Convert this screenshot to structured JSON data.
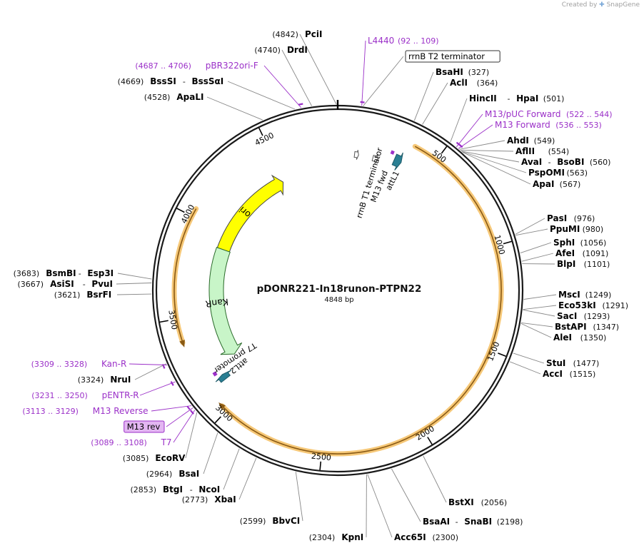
{
  "watermark": {
    "created_by": "Created by",
    "app": "SnapGene"
  },
  "plasmid": {
    "name": "pDONR221-In18runon-PTPN22",
    "size": "4848 bp",
    "length": 4848
  },
  "colors": {
    "backbone": "#1a1a1a",
    "primer": "#9b30c8",
    "ori": "#ffff00",
    "kanr": "#c8f5c8",
    "att": "#2a7f93",
    "insert_glow": "#f6c878",
    "insert_core": "#8a5a14",
    "leader": "#888888"
  },
  "ticks": [
    {
      "pos": 500,
      "label": "500"
    },
    {
      "pos": 1000,
      "label": "1000"
    },
    {
      "pos": 1500,
      "label": "1500"
    },
    {
      "pos": 2000,
      "label": "2000"
    },
    {
      "pos": 2500,
      "label": "2500"
    },
    {
      "pos": 3000,
      "label": "3000"
    },
    {
      "pos": 3500,
      "label": "3500"
    },
    {
      "pos": 4000,
      "label": "4000"
    },
    {
      "pos": 4500,
      "label": "4500"
    }
  ],
  "features": [
    {
      "name": "ori",
      "start": 3900,
      "end": 4488,
      "type": "ori",
      "label": "ori"
    },
    {
      "name": "KanR",
      "start": 3210,
      "end": 3900,
      "type": "kanr",
      "label": "KanR"
    },
    {
      "name": "attL1",
      "start": 315,
      "end": 355,
      "type": "att",
      "label": "attL1"
    },
    {
      "name": "attL2",
      "start": 3120,
      "end": 3150,
      "type": "att",
      "label": "attL2"
    },
    {
      "name": "rrnB T1 terminator",
      "start": 200,
      "end": 230,
      "type": "terminator",
      "label": "rrnB T1 terminator"
    },
    {
      "name": "rrnB T2 terminator",
      "start": 95,
      "end": 118,
      "type": "terminator",
      "label": "rrnB T2 terminator"
    },
    {
      "name": "M13 fwd",
      "start": 283,
      "end": 300,
      "type": "primer",
      "label": "M13 fwd"
    },
    {
      "name": "T7 promoter",
      "start": 3165,
      "end": 3185,
      "type": "primer",
      "label": "T7 promoter"
    }
  ],
  "insert": {
    "start": 380,
    "end": 3030
  },
  "kan_arc": {
    "start": 3385,
    "end": 4040
  },
  "primer_marks": [
    {
      "name": "L4440",
      "start": 92,
      "end": 109
    },
    {
      "name": "M13/pUC Forward",
      "start": 522,
      "end": 544
    },
    {
      "name": "M13 Forward",
      "start": 536,
      "end": 553
    },
    {
      "name": "pBR322ori-F",
      "start": 4687,
      "end": 4706
    },
    {
      "name": "Kan-R",
      "start": 3309,
      "end": 3328
    },
    {
      "name": "pENTR-R",
      "start": 3231,
      "end": 3250
    },
    {
      "name": "M13 Reverse",
      "start": 3113,
      "end": 3129
    },
    {
      "name": "T7",
      "start": 3089,
      "end": 3108
    }
  ],
  "labels": [
    {
      "pos": 4842,
      "segments": [
        {
          "t": "(4842)",
          "s": "num"
        },
        {
          "t": "PciI",
          "s": "enz"
        }
      ]
    },
    {
      "pos": 4740,
      "segments": [
        {
          "t": "(4740)",
          "s": "num"
        },
        {
          "t": "DrdI",
          "s": "enz"
        }
      ]
    },
    {
      "pos": 4696,
      "segments": [
        {
          "t": "(4687 .. 4706)",
          "s": "pnum"
        },
        {
          "t": "pBR322ori-F",
          "s": "primer"
        }
      ]
    },
    {
      "pos": 4669,
      "segments": [
        {
          "t": "(4669)",
          "s": "num"
        },
        {
          "t": "BssSI",
          "s": "enz"
        },
        {
          "t": "-",
          "s": "num"
        },
        {
          "t": "BssSαI",
          "s": "enz"
        }
      ]
    },
    {
      "pos": 4528,
      "segments": [
        {
          "t": "(4528)",
          "s": "num"
        },
        {
          "t": "ApaLI",
          "s": "enz"
        }
      ]
    },
    {
      "pos": 100,
      "segments": [
        {
          "t": "L4440",
          "s": "primer"
        },
        {
          "t": "(92 .. 109)",
          "s": "pnum"
        }
      ]
    },
    {
      "pos": 106,
      "segments": [
        {
          "t": "rrnB T2 terminator",
          "s": "box"
        }
      ]
    },
    {
      "pos": 327,
      "segments": [
        {
          "t": "BsaHI",
          "s": "enz"
        },
        {
          "t": "(327)",
          "s": "num"
        }
      ]
    },
    {
      "pos": 364,
      "segments": [
        {
          "t": "AclI",
          "s": "enz"
        },
        {
          "t": "(364)",
          "s": "num"
        }
      ]
    },
    {
      "pos": 501,
      "segments": [
        {
          "t": "HincII",
          "s": "enz"
        },
        {
          "t": "-",
          "s": "num"
        },
        {
          "t": "HpaI",
          "s": "enz"
        },
        {
          "t": "(501)",
          "s": "num"
        }
      ]
    },
    {
      "pos": 533,
      "segments": [
        {
          "t": "M13/pUC Forward",
          "s": "primer"
        },
        {
          "t": "(522 .. 544)",
          "s": "pnum"
        }
      ]
    },
    {
      "pos": 544,
      "segments": [
        {
          "t": "M13 Forward",
          "s": "primer"
        },
        {
          "t": "(536 .. 553)",
          "s": "pnum"
        }
      ]
    },
    {
      "pos": 549,
      "segments": [
        {
          "t": "AhdI",
          "s": "enz"
        },
        {
          "t": "(549)",
          "s": "num"
        }
      ]
    },
    {
      "pos": 554,
      "segments": [
        {
          "t": "AflII",
          "s": "enz"
        },
        {
          "t": "(554)",
          "s": "num"
        }
      ]
    },
    {
      "pos": 560,
      "segments": [
        {
          "t": "AvaI",
          "s": "enz"
        },
        {
          "t": "-",
          "s": "num"
        },
        {
          "t": "BsoBI",
          "s": "enz"
        },
        {
          "t": "(560)",
          "s": "num"
        }
      ]
    },
    {
      "pos": 563,
      "segments": [
        {
          "t": "PspOMI",
          "s": "enz"
        },
        {
          "t": "(563)",
          "s": "num"
        }
      ]
    },
    {
      "pos": 567,
      "segments": [
        {
          "t": "ApaI",
          "s": "enz"
        },
        {
          "t": "(567)",
          "s": "num"
        }
      ]
    },
    {
      "pos": 976,
      "segments": [
        {
          "t": "PasI",
          "s": "enz"
        },
        {
          "t": "(976)",
          "s": "num"
        }
      ]
    },
    {
      "pos": 980,
      "segments": [
        {
          "t": "PpuMI",
          "s": "enz"
        },
        {
          "t": "(980)",
          "s": "num"
        }
      ]
    },
    {
      "pos": 1056,
      "segments": [
        {
          "t": "SphI",
          "s": "enz"
        },
        {
          "t": "(1056)",
          "s": "num"
        }
      ]
    },
    {
      "pos": 1091,
      "segments": [
        {
          "t": "AfeI",
          "s": "enz"
        },
        {
          "t": "(1091)",
          "s": "num"
        }
      ]
    },
    {
      "pos": 1101,
      "segments": [
        {
          "t": "BlpI",
          "s": "enz"
        },
        {
          "t": "(1101)",
          "s": "num"
        }
      ]
    },
    {
      "pos": 1249,
      "segments": [
        {
          "t": "MscI",
          "s": "enz"
        },
        {
          "t": "(1249)",
          "s": "num"
        }
      ]
    },
    {
      "pos": 1291,
      "segments": [
        {
          "t": "Eco53kI",
          "s": "enz"
        },
        {
          "t": "(1291)",
          "s": "num"
        }
      ]
    },
    {
      "pos": 1293,
      "segments": [
        {
          "t": "SacI",
          "s": "enz"
        },
        {
          "t": "(1293)",
          "s": "num"
        }
      ]
    },
    {
      "pos": 1347,
      "segments": [
        {
          "t": "BstAPI",
          "s": "enz"
        },
        {
          "t": "(1347)",
          "s": "num"
        }
      ]
    },
    {
      "pos": 1350,
      "segments": [
        {
          "t": "AleI",
          "s": "enz"
        },
        {
          "t": "(1350)",
          "s": "num"
        }
      ]
    },
    {
      "pos": 1477,
      "segments": [
        {
          "t": "StuI",
          "s": "enz"
        },
        {
          "t": "(1477)",
          "s": "num"
        }
      ]
    },
    {
      "pos": 1515,
      "segments": [
        {
          "t": "AccI",
          "s": "enz"
        },
        {
          "t": "(1515)",
          "s": "num"
        }
      ]
    },
    {
      "pos": 2056,
      "segments": [
        {
          "t": "BstXI",
          "s": "enz"
        },
        {
          "t": "(2056)",
          "s": "num"
        }
      ]
    },
    {
      "pos": 2198,
      "segments": [
        {
          "t": "BsaAI",
          "s": "enz"
        },
        {
          "t": "-",
          "s": "num"
        },
        {
          "t": "SnaBI",
          "s": "enz"
        },
        {
          "t": "(2198)",
          "s": "num"
        }
      ]
    },
    {
      "pos": 2300,
      "segments": [
        {
          "t": "Acc65I",
          "s": "enz"
        },
        {
          "t": "(2300)",
          "s": "num"
        }
      ]
    },
    {
      "pos": 2304,
      "segments": [
        {
          "t": "(2304)",
          "s": "num"
        },
        {
          "t": "KpnI",
          "s": "enz"
        }
      ]
    },
    {
      "pos": 2599,
      "segments": [
        {
          "t": "(2599)",
          "s": "num"
        },
        {
          "t": "BbvCI",
          "s": "enz"
        }
      ]
    },
    {
      "pos": 2773,
      "segments": [
        {
          "t": "(2773)",
          "s": "num"
        },
        {
          "t": "XbaI",
          "s": "enz"
        }
      ]
    },
    {
      "pos": 2853,
      "segments": [
        {
          "t": "(2853)",
          "s": "num"
        },
        {
          "t": "BtgI",
          "s": "enz"
        },
        {
          "t": "-",
          "s": "num"
        },
        {
          "t": "NcoI",
          "s": "enz"
        }
      ]
    },
    {
      "pos": 2964,
      "segments": [
        {
          "t": "(2964)",
          "s": "num"
        },
        {
          "t": "BsaI",
          "s": "enz"
        }
      ]
    },
    {
      "pos": 3085,
      "segments": [
        {
          "t": "(3085)",
          "s": "num"
        },
        {
          "t": "EcoRV",
          "s": "enz"
        }
      ]
    },
    {
      "pos": 3098,
      "segments": [
        {
          "t": "(3089 .. 3108)",
          "s": "pnum"
        },
        {
          "t": "T7",
          "s": "primer"
        }
      ]
    },
    {
      "pos": 3110,
      "segments": [
        {
          "t": "M13 rev",
          "s": "pbox"
        }
      ]
    },
    {
      "pos": 3121,
      "segments": [
        {
          "t": "(3113 .. 3129)",
          "s": "pnum"
        },
        {
          "t": "M13 Reverse",
          "s": "primer"
        }
      ]
    },
    {
      "pos": 3240,
      "segments": [
        {
          "t": "(3231 .. 3250)",
          "s": "pnum"
        },
        {
          "t": "pENTR-R",
          "s": "primer"
        }
      ]
    },
    {
      "pos": 3324,
      "segments": [
        {
          "t": "(3324)",
          "s": "num"
        },
        {
          "t": "NruI",
          "s": "enz"
        }
      ]
    },
    {
      "pos": 3318,
      "segments": [
        {
          "t": "(3309 .. 3328)",
          "s": "pnum"
        },
        {
          "t": "Kan-R",
          "s": "primer"
        }
      ]
    },
    {
      "pos": 3621,
      "segments": [
        {
          "t": "(3621)",
          "s": "num"
        },
        {
          "t": "BsrFI",
          "s": "enz"
        }
      ]
    },
    {
      "pos": 3667,
      "segments": [
        {
          "t": "(3667)",
          "s": "num"
        },
        {
          "t": "AsiSI",
          "s": "enz"
        },
        {
          "t": "-",
          "s": "num"
        },
        {
          "t": "PvuI",
          "s": "enz"
        }
      ]
    },
    {
      "pos": 3683,
      "segments": [
        {
          "t": "(3683)",
          "s": "num"
        },
        {
          "t": "BsmBI",
          "s": "enz"
        },
        {
          "t": "-",
          "s": "num"
        },
        {
          "t": "Esp3I",
          "s": "enz"
        }
      ]
    }
  ]
}
